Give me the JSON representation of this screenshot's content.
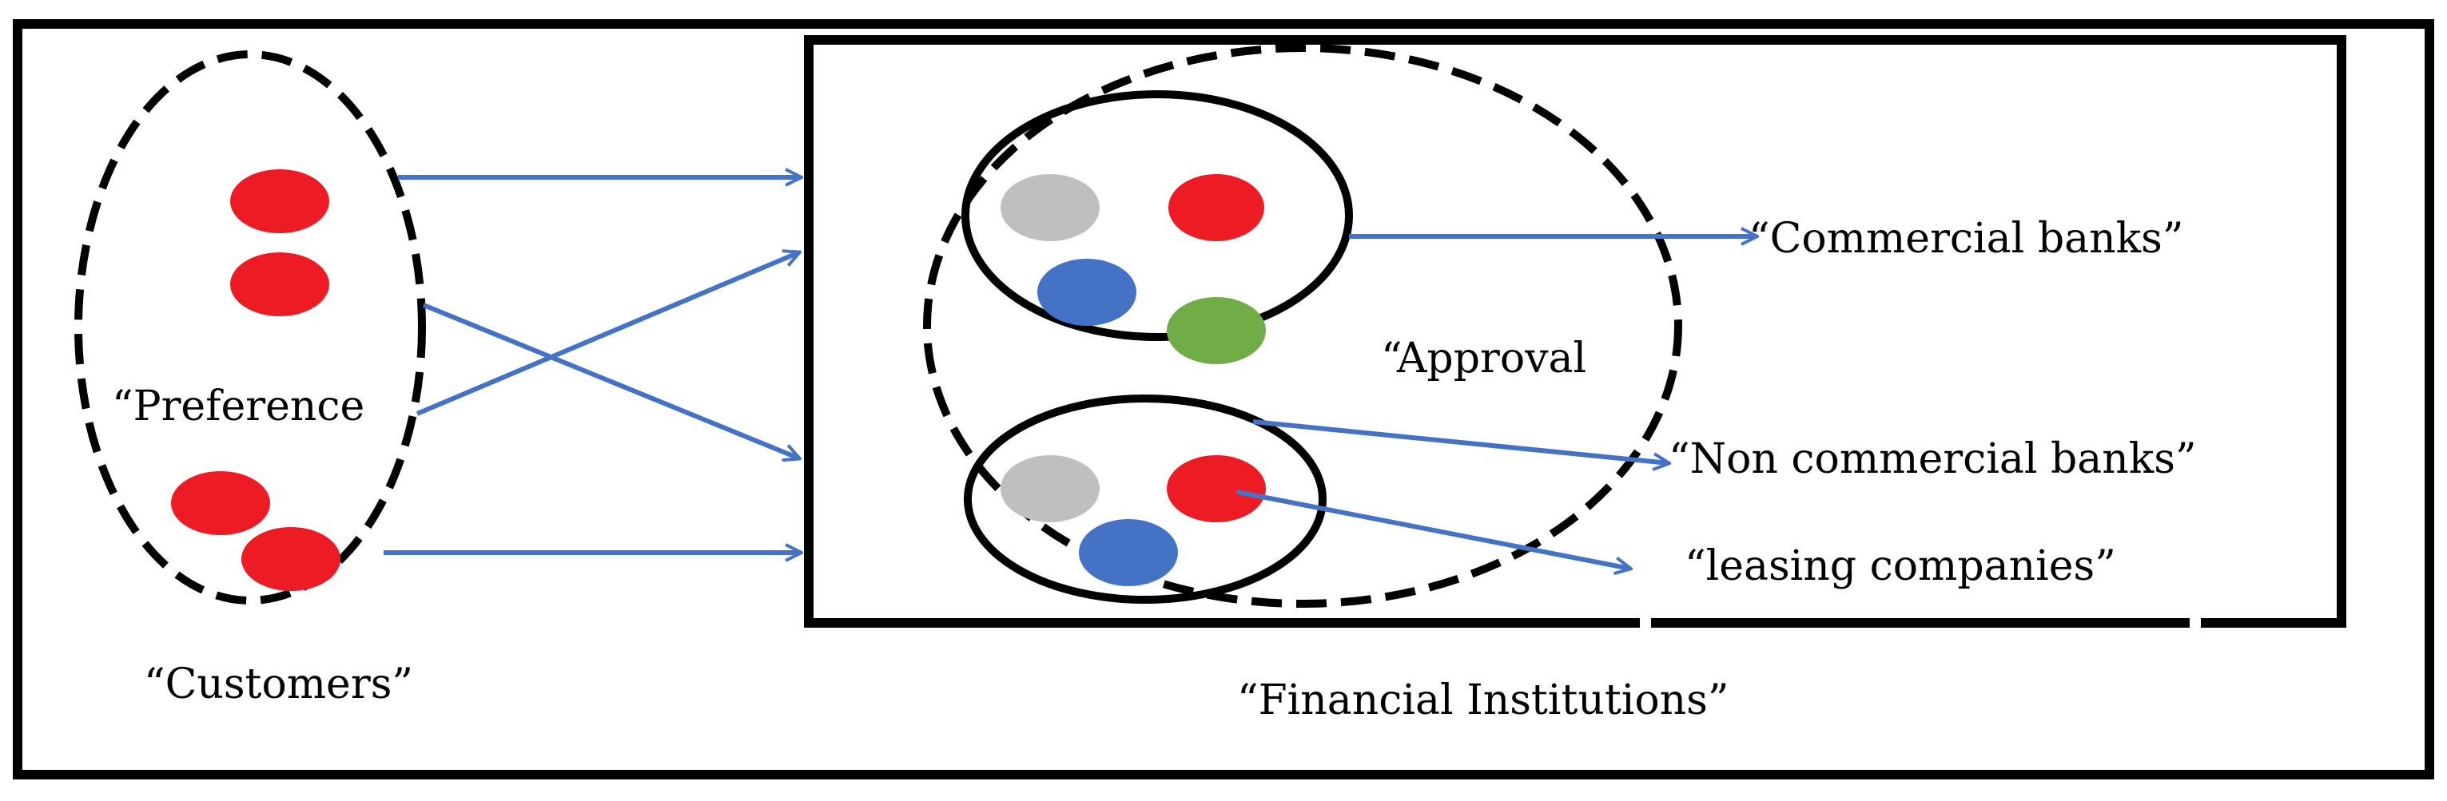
{
  "labels": {
    "preference": "“Preference",
    "customers": "“Customers”",
    "approval": "“Approval",
    "commercial_banks": "“Commercial banks”",
    "non_commercial_banks": "“Non commercial banks”",
    "leasing_companies": "“leasing  companies”",
    "financial_institutions": "“Financial  Institutions”"
  },
  "colors": {
    "red": "#ed1c24",
    "gray": "#bfbfbf",
    "blue": "#4472c4",
    "green": "#70ad47",
    "arrow": "#4472c4",
    "stroke": "#000000"
  }
}
